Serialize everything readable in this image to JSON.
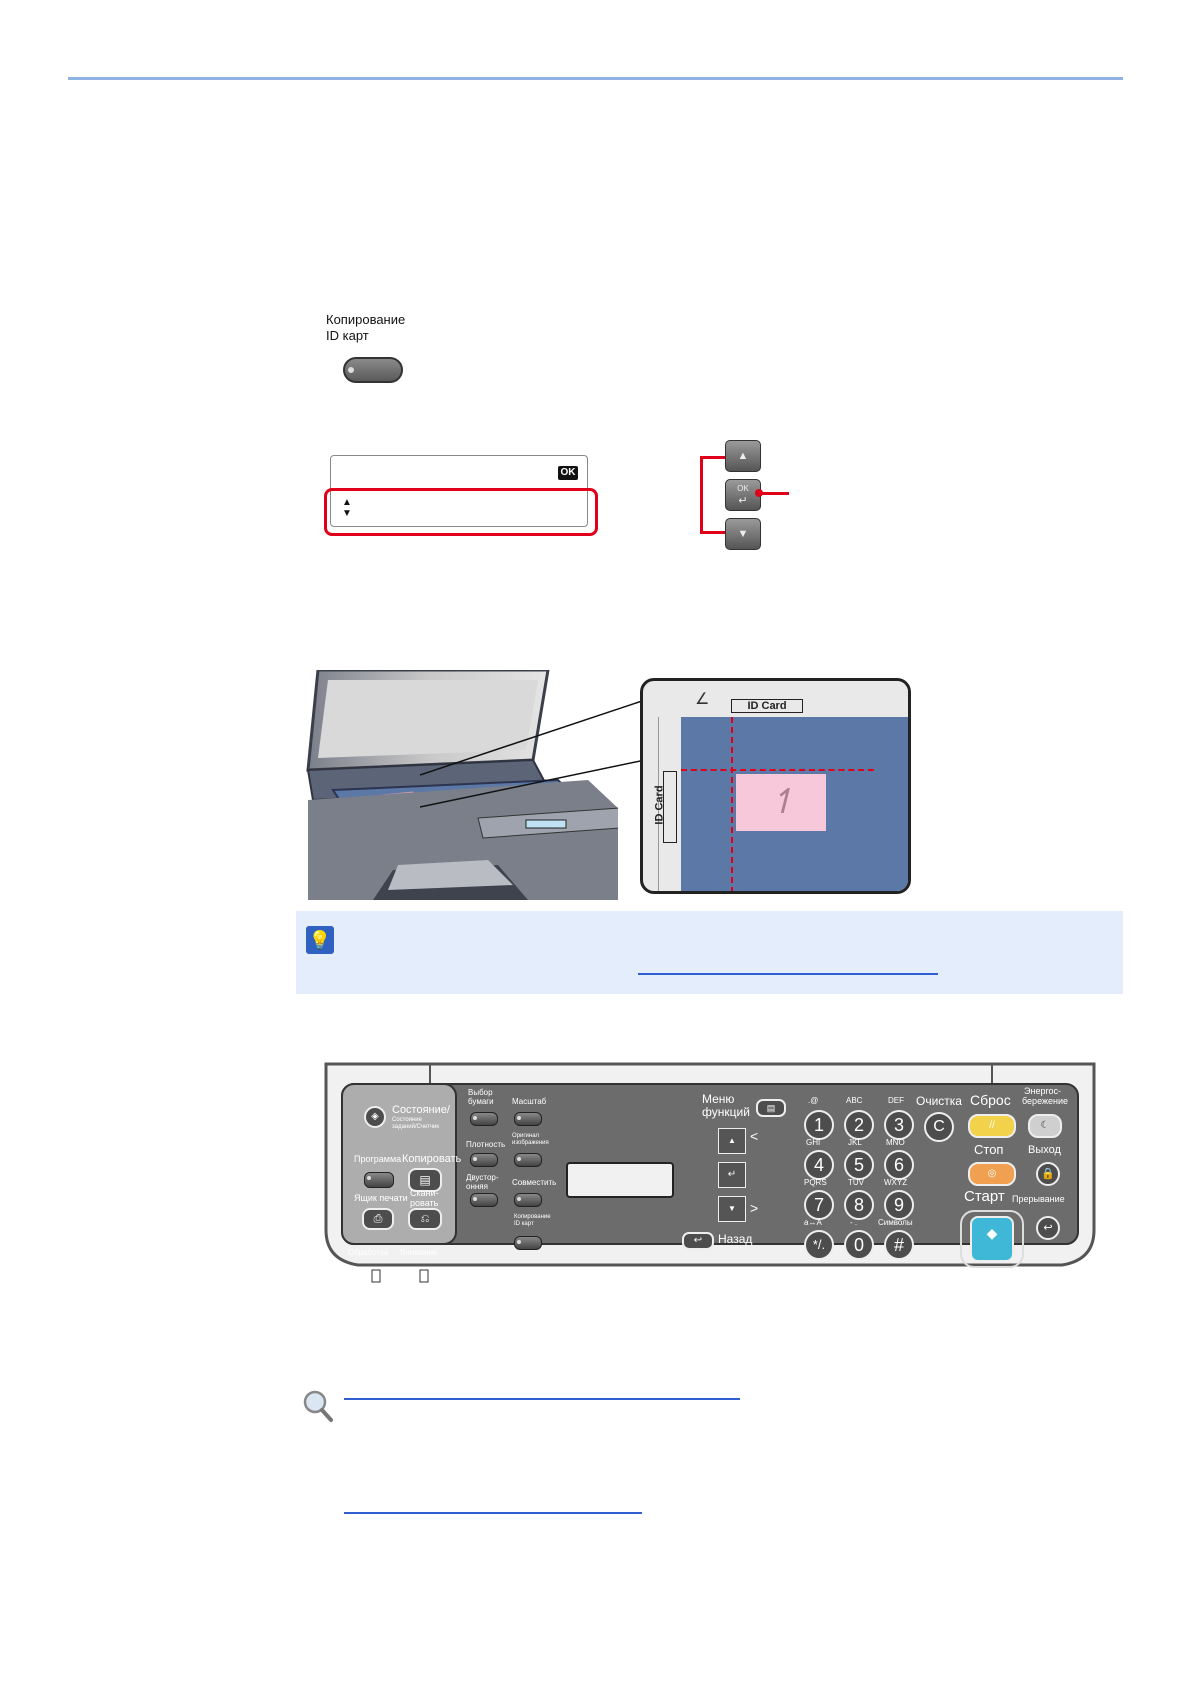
{
  "button_label": [
    "Копирование",
    "ID карт"
  ],
  "lcd": {
    "ok": "OK",
    "up_arrow": "▲",
    "down_arrow": "▼"
  },
  "keys": {
    "up": "▲",
    "ok_top": "OK",
    "ok_bottom": "↵",
    "down": "▼"
  },
  "inset": {
    "id_card_top": "ID Card",
    "id_card_side": "ID Card"
  },
  "panel": {
    "left_labels": [
      "Состояние/",
      "Состояние",
      "заданий/Счетчик",
      "Программа",
      "Копировать",
      "Ящик печати",
      "Скани-",
      "ровать",
      "Обработка",
      "Внимание"
    ],
    "mid_labels": {
      "paper": [
        "Выбор",
        "бумаги"
      ],
      "zoom": "Масштаб",
      "density": "Плотность",
      "orig": [
        "Оригинал",
        "изображения"
      ],
      "duplex": [
        "Двустор-",
        "онняя"
      ],
      "combine": "Совместить",
      "idcopy": [
        "Копирование",
        "ID карт"
      ]
    },
    "menu": [
      "Меню",
      "функций"
    ],
    "back": "Назад",
    "numkeys": [
      {
        "key": "1",
        "sub": ".@"
      },
      {
        "key": "2",
        "sub": "ABC"
      },
      {
        "key": "3",
        "sub": "DEF"
      },
      {
        "key": "4",
        "sub": "GHI"
      },
      {
        "key": "5",
        "sub": "JKL"
      },
      {
        "key": "6",
        "sub": "MNO"
      },
      {
        "key": "7",
        "sub": "PQRS"
      },
      {
        "key": "8",
        "sub": "TUV"
      },
      {
        "key": "9",
        "sub": "WXYZ"
      },
      {
        "key": "*/.",
        "sub": "a↔A"
      },
      {
        "key": "0",
        "sub": "- ."
      },
      {
        "key": "#",
        "sub": "Символы"
      }
    ],
    "clear": "Очистка",
    "clear_key": "C",
    "reset": "Сброс",
    "energy": [
      "Энергос-",
      "бережение"
    ],
    "stop": "Стоп",
    "exit": "Выход",
    "start": "Старт",
    "interrupt": "Прерывание",
    "nav_lt": "<",
    "nav_gt": ">"
  },
  "colors": {
    "accent_rule": "#8fb4e3",
    "highlight_red": "#e0001a",
    "link_blue": "#2f5fd0",
    "hint_bg": "#e4edfb",
    "glass_blue": "#5b78a6",
    "card_pink": "#f7c7da",
    "start_cyan": "#3fb8d8",
    "reset_yellow": "#f2d24a",
    "stop_orange": "#f0a050"
  },
  "icons": [
    "hint-lightbulb-icon",
    "reference-magnifier-icon"
  ]
}
